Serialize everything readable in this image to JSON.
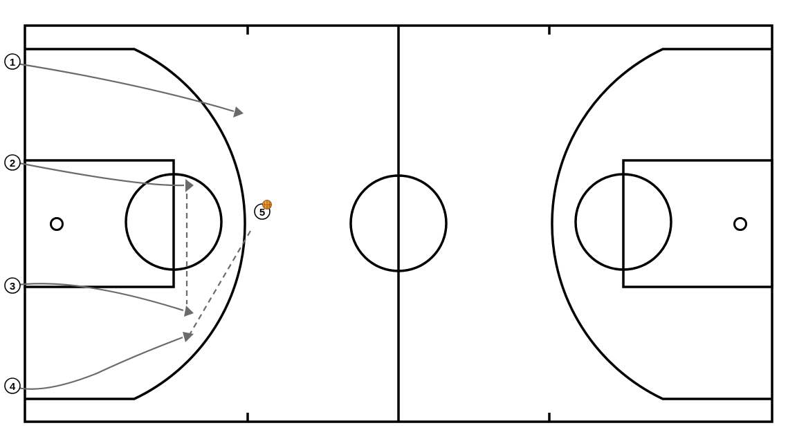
{
  "diagram": {
    "type": "basketball half-court play diagram",
    "court_line_color": "#000000",
    "movement_color": "#6b6b6b",
    "ball_color": "#e8901a",
    "players": [
      {
        "label": "1"
      },
      {
        "label": "2"
      },
      {
        "label": "3"
      },
      {
        "label": "4"
      },
      {
        "label": "5",
        "has_ball": true
      }
    ],
    "actions": [
      {
        "from": "1",
        "kind": "cut"
      },
      {
        "from": "2",
        "kind": "cut"
      },
      {
        "from": "3",
        "kind": "cut"
      },
      {
        "from": "4",
        "kind": "cut"
      },
      {
        "from": "2",
        "kind": "pass",
        "to": "3"
      },
      {
        "from": "5",
        "kind": "pass",
        "to": "4"
      }
    ]
  }
}
